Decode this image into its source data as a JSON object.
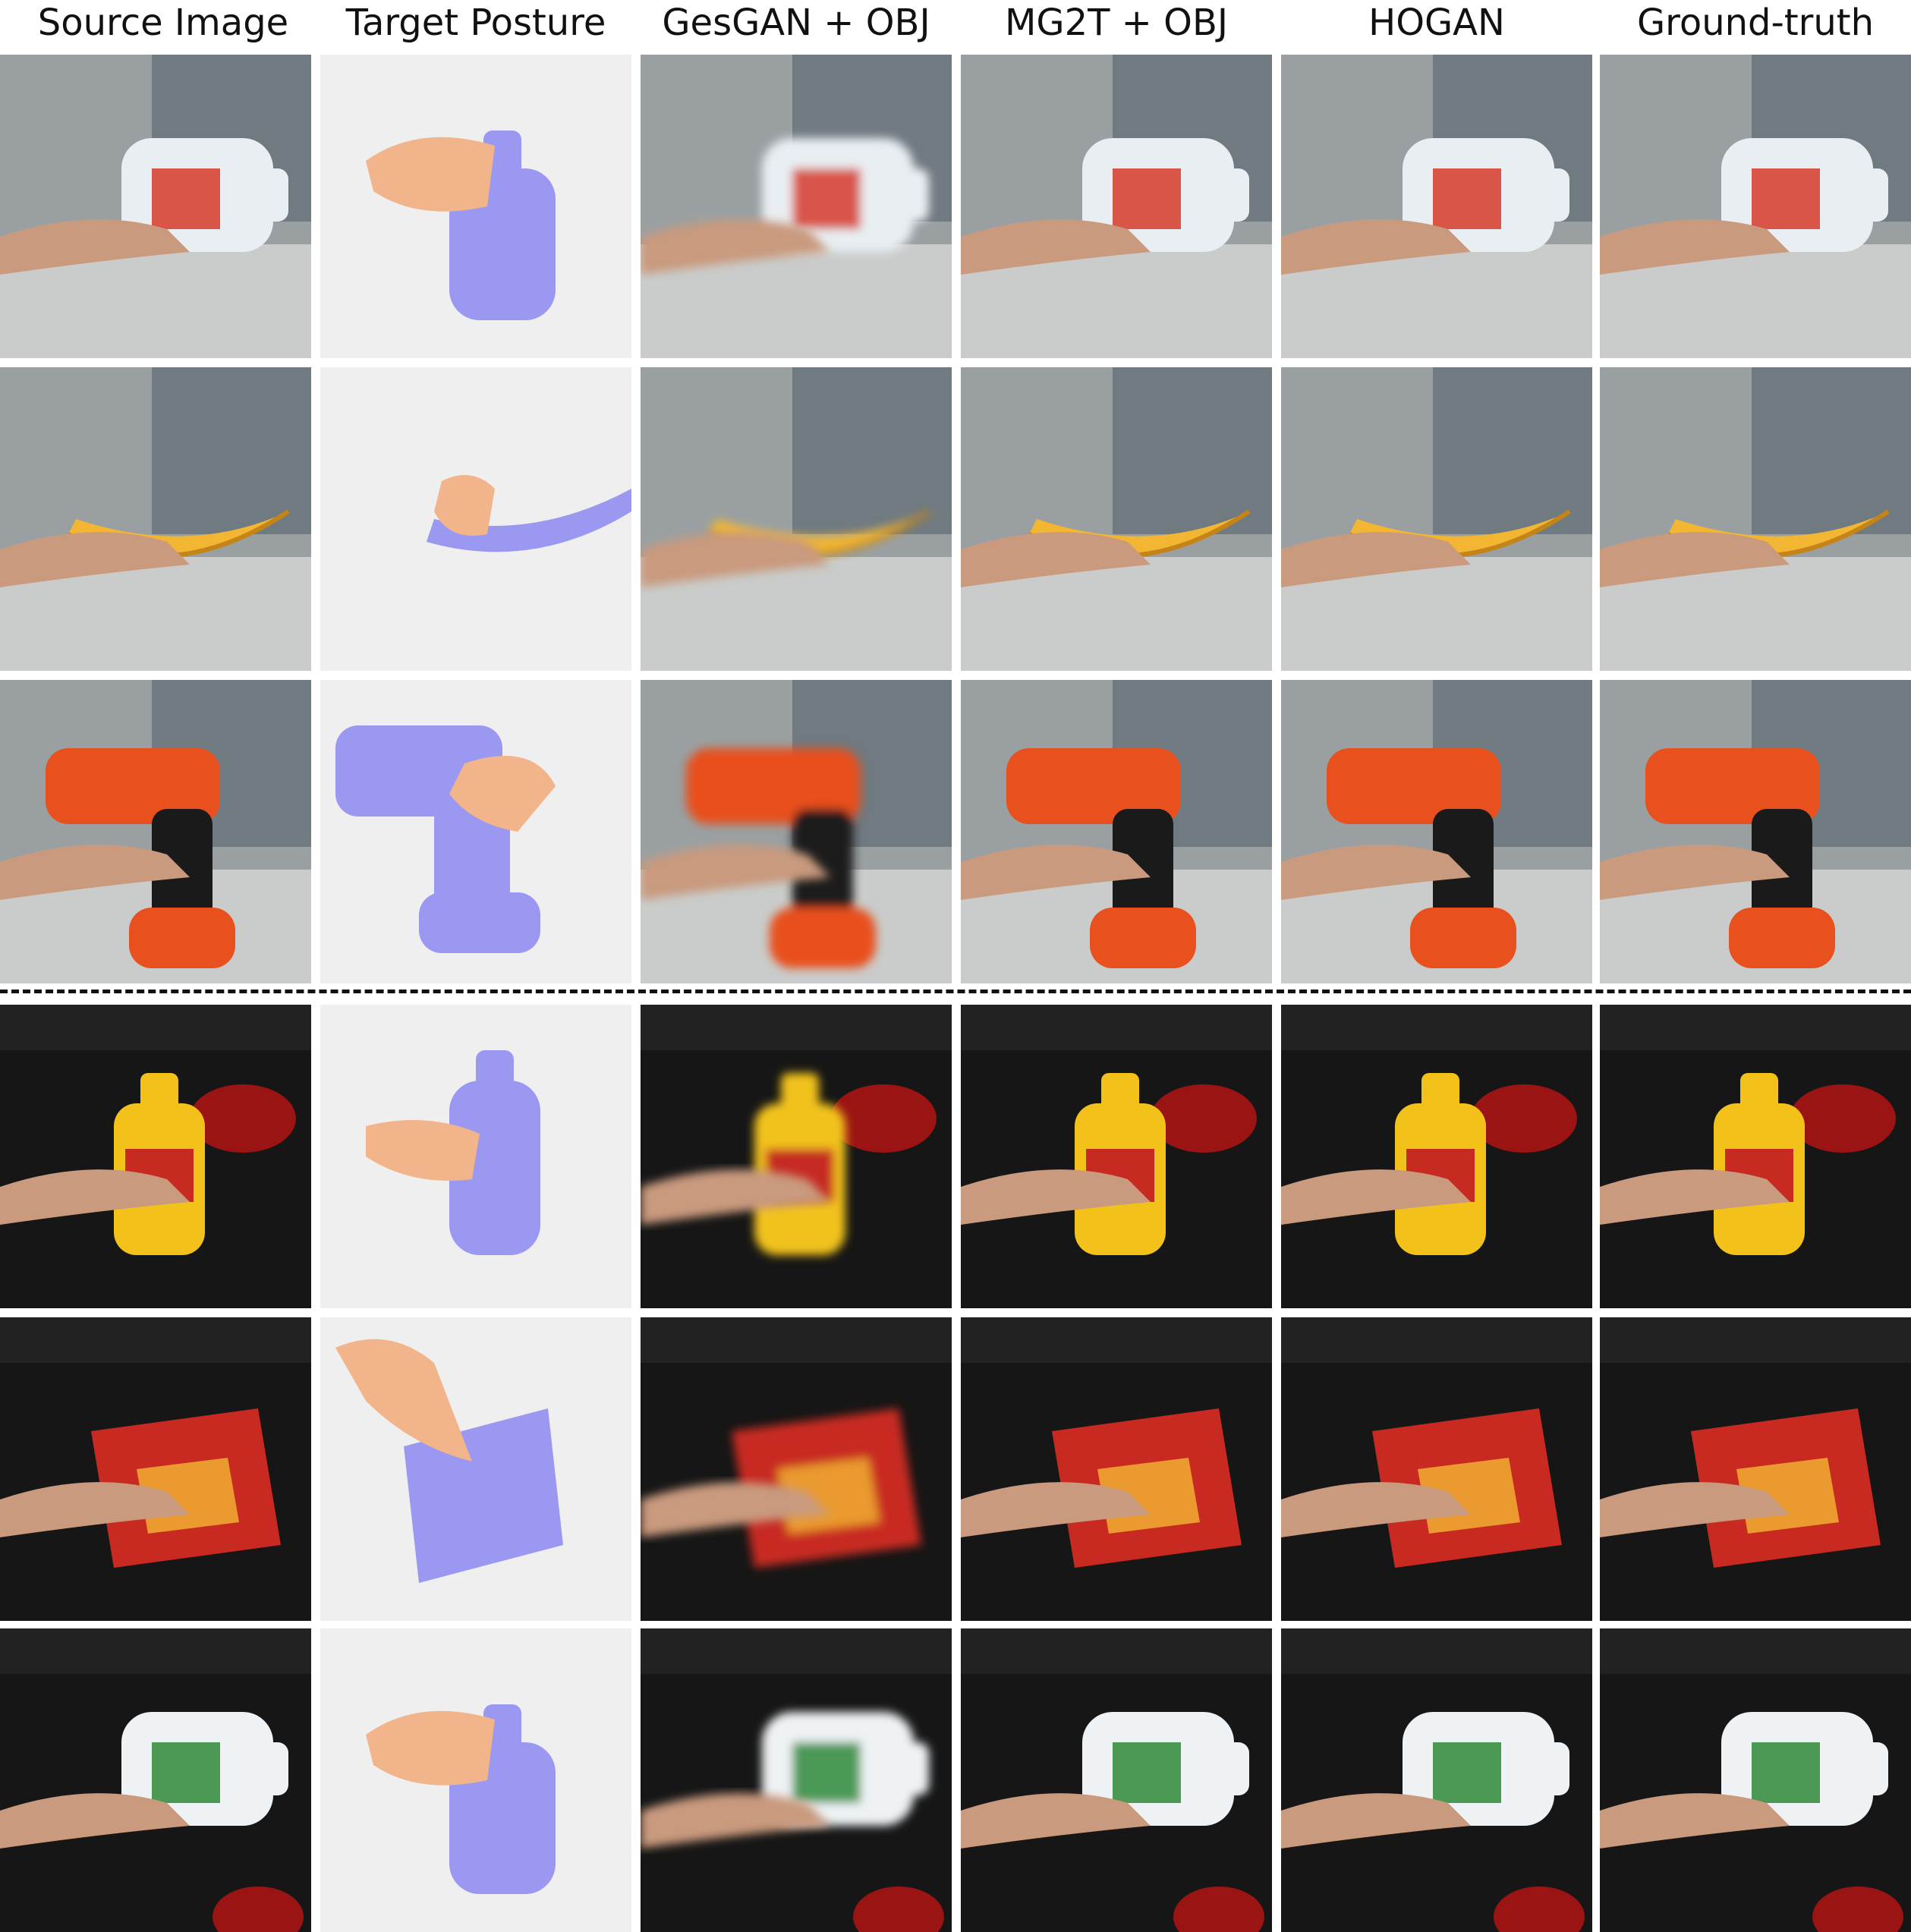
{
  "columns": [
    {
      "label": "Source Image"
    },
    {
      "label": "Target Posture"
    },
    {
      "label": "GesGAN + OBJ"
    },
    {
      "label": "MG2T + OBJ"
    },
    {
      "label": "HOGAN"
    },
    {
      "label": "Ground-truth"
    }
  ],
  "rows": [
    {
      "object": "bleach-bottle",
      "scene": "indoor-light",
      "object_color": "#e8eef2",
      "label_color": "#d63a2a"
    },
    {
      "object": "banana",
      "scene": "indoor-light",
      "object_color": "#f2b632",
      "label_color": ""
    },
    {
      "object": "drill",
      "scene": "indoor-light",
      "object_color": "#e8501e",
      "label_color": "#1a1a1a"
    },
    {
      "object": "mustard-bottle",
      "scene": "dark-table",
      "object_color": "#f2c21a",
      "label_color": "#c62a20"
    },
    {
      "object": "cracker-box",
      "scene": "dark-table",
      "object_color": "#c82a22",
      "label_color": "#f2b632"
    },
    {
      "object": "bleach-bottle",
      "scene": "dark-table",
      "object_color": "#eef2f4",
      "label_color": "#2f8a3a"
    }
  ],
  "colors": {
    "posture_bg": "#efefef",
    "object_mesh": "#9a98f0",
    "hand_mesh": "#f2b48a",
    "skin": "#c99a7e",
    "indoor_bg": "#9aa0a2",
    "dark_bg": "#161616"
  }
}
